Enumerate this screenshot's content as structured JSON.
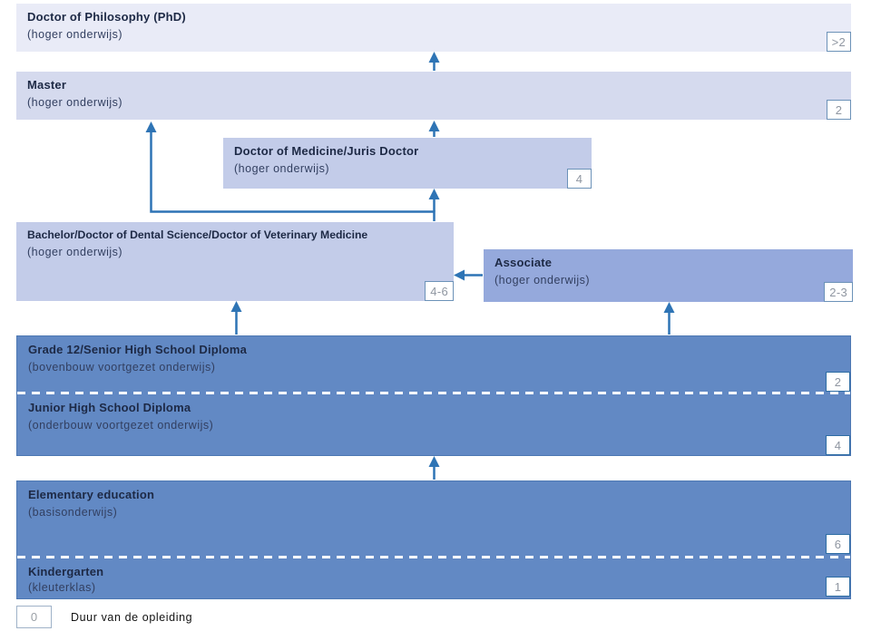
{
  "diagram_title": "Education system flow diagram",
  "colors": {
    "arrow": "#2e74b5",
    "level_phd": "#e9ebf7",
    "level_master": "#d5daee",
    "level_professional": "#c3cce9",
    "level_associate": "#95a9dc",
    "level_school": "#6289c4",
    "title_text": "#1d2945",
    "badge_text": "#8f96a1",
    "badge_border_light": "#6c92b8",
    "badge_border_dark": "#2e6da4"
  },
  "nodes": {
    "phd": {
      "title": "Doctor of Philosophy (PhD)",
      "subtitle": "(hoger onderwijs)",
      "duration": ">2"
    },
    "master": {
      "title": "Master",
      "subtitle": "(hoger onderwijs)",
      "duration": "2"
    },
    "md_jd": {
      "title": "Doctor of Medicine/Juris Doctor",
      "subtitle": "(hoger onderwijs)",
      "duration": "4"
    },
    "bachelor": {
      "title": "Bachelor/Doctor of Dental Science/Doctor of Veterinary Medicine",
      "subtitle": "(hoger onderwijs)",
      "duration": "4-6"
    },
    "associate": {
      "title": "Associate",
      "subtitle": "(hoger onderwijs)",
      "duration": "2-3"
    },
    "senior_high": {
      "title": "Grade 12/Senior High School Diploma",
      "subtitle": "(bovenbouw voortgezet onderwijs)",
      "duration": "2"
    },
    "junior_high": {
      "title": "Junior High School Diploma",
      "subtitle": "(onderbouw voortgezet onderwijs)",
      "duration": "4"
    },
    "elementary": {
      "title": "Elementary education",
      "subtitle": "(basisonderwijs)",
      "duration": "6"
    },
    "kindergarten": {
      "title": "Kindergarten",
      "subtitle": "(kleuterklas)",
      "duration": "1"
    }
  },
  "legend": {
    "badge": "0",
    "label": "Duur van de opleiding"
  }
}
